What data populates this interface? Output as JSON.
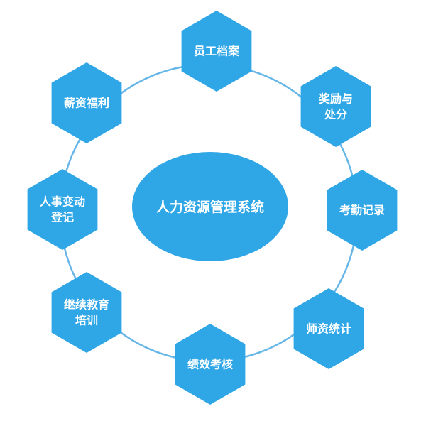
{
  "colors": {
    "accent": "#2fa6e6",
    "ring": "#66b6e8",
    "text": "#ffffff",
    "background": "#ffffff"
  },
  "center": {
    "label": "人力资源管理系统"
  },
  "modules": [
    {
      "id": "employee-records",
      "lines": [
        "员工档案"
      ]
    },
    {
      "id": "rewards-punishments",
      "lines": [
        "奖励与",
        "处分"
      ]
    },
    {
      "id": "attendance-records",
      "lines": [
        "考勤记录"
      ]
    },
    {
      "id": "teacher-statistics",
      "lines": [
        "师资统计"
      ]
    },
    {
      "id": "performance-appraisal",
      "lines": [
        "绩效考核"
      ]
    },
    {
      "id": "continuing-education",
      "lines": [
        "继续教育",
        "培训"
      ]
    },
    {
      "id": "personnel-change-registration",
      "lines": [
        "人事变动",
        "登记"
      ]
    },
    {
      "id": "salary-benefits",
      "lines": [
        "薪资福利"
      ]
    }
  ]
}
